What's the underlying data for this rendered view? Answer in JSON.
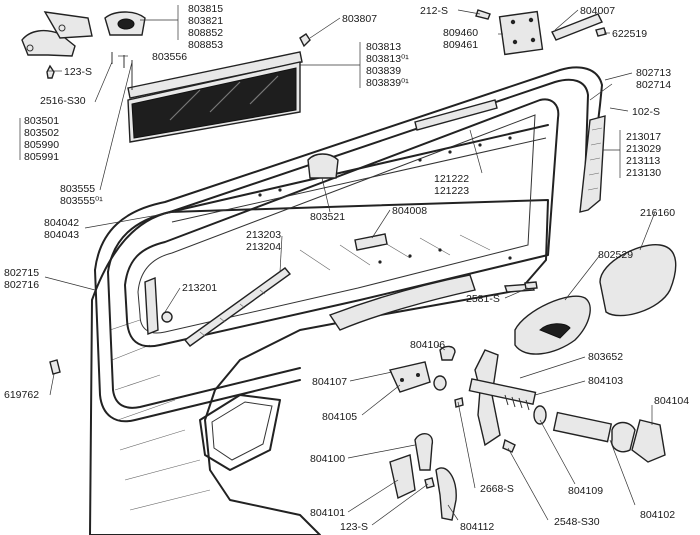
{
  "labels": {
    "l_803815": "803815",
    "l_803821": "803821",
    "l_808852": "808852",
    "l_808853": "808853",
    "l_803807": "803807",
    "l_212s": "212-S",
    "l_804007": "804007",
    "l_809460": "809460",
    "l_809461": "809461",
    "l_622519": "622519",
    "l_803556": "803556",
    "l_123s_a": "123-S",
    "l_2516": "2516-S30",
    "l_803813": "803813",
    "l_803813_01": "803813⁰¹",
    "l_803839": "803839",
    "l_803839_01": "803839⁰¹",
    "l_802713": "802713",
    "l_802714": "802714",
    "l_102s": "102-S",
    "l_803501": "803501",
    "l_803502": "803502",
    "l_805990": "805990",
    "l_805991": "805991",
    "l_213017": "213017",
    "l_213029": "213029",
    "l_213113": "213113",
    "l_213130": "213130",
    "l_121222": "121222",
    "l_121223": "121223",
    "l_803555": "803555",
    "l_803555_01": "803555⁰¹",
    "l_804042": "804042",
    "l_804043": "804043",
    "l_803521": "803521",
    "l_804008": "804008",
    "l_213203": "213203",
    "l_213204": "213204",
    "l_216160": "216160",
    "l_802529": "802529",
    "l_802715": "802715",
    "l_802716": "802716",
    "l_213201": "213201",
    "l_2581s": "2581-S",
    "l_804106": "804106",
    "l_803652": "803652",
    "l_619762": "619762",
    "l_804107": "804107",
    "l_804103": "804103",
    "l_804105": "804105",
    "l_804104": "804104",
    "l_804100": "804100",
    "l_804109": "804109",
    "l_2668s": "2668-S",
    "l_804101": "804101",
    "l_804102": "804102",
    "l_123s_b": "123-S",
    "l_804112": "804112",
    "l_2548": "2548-S30"
  }
}
